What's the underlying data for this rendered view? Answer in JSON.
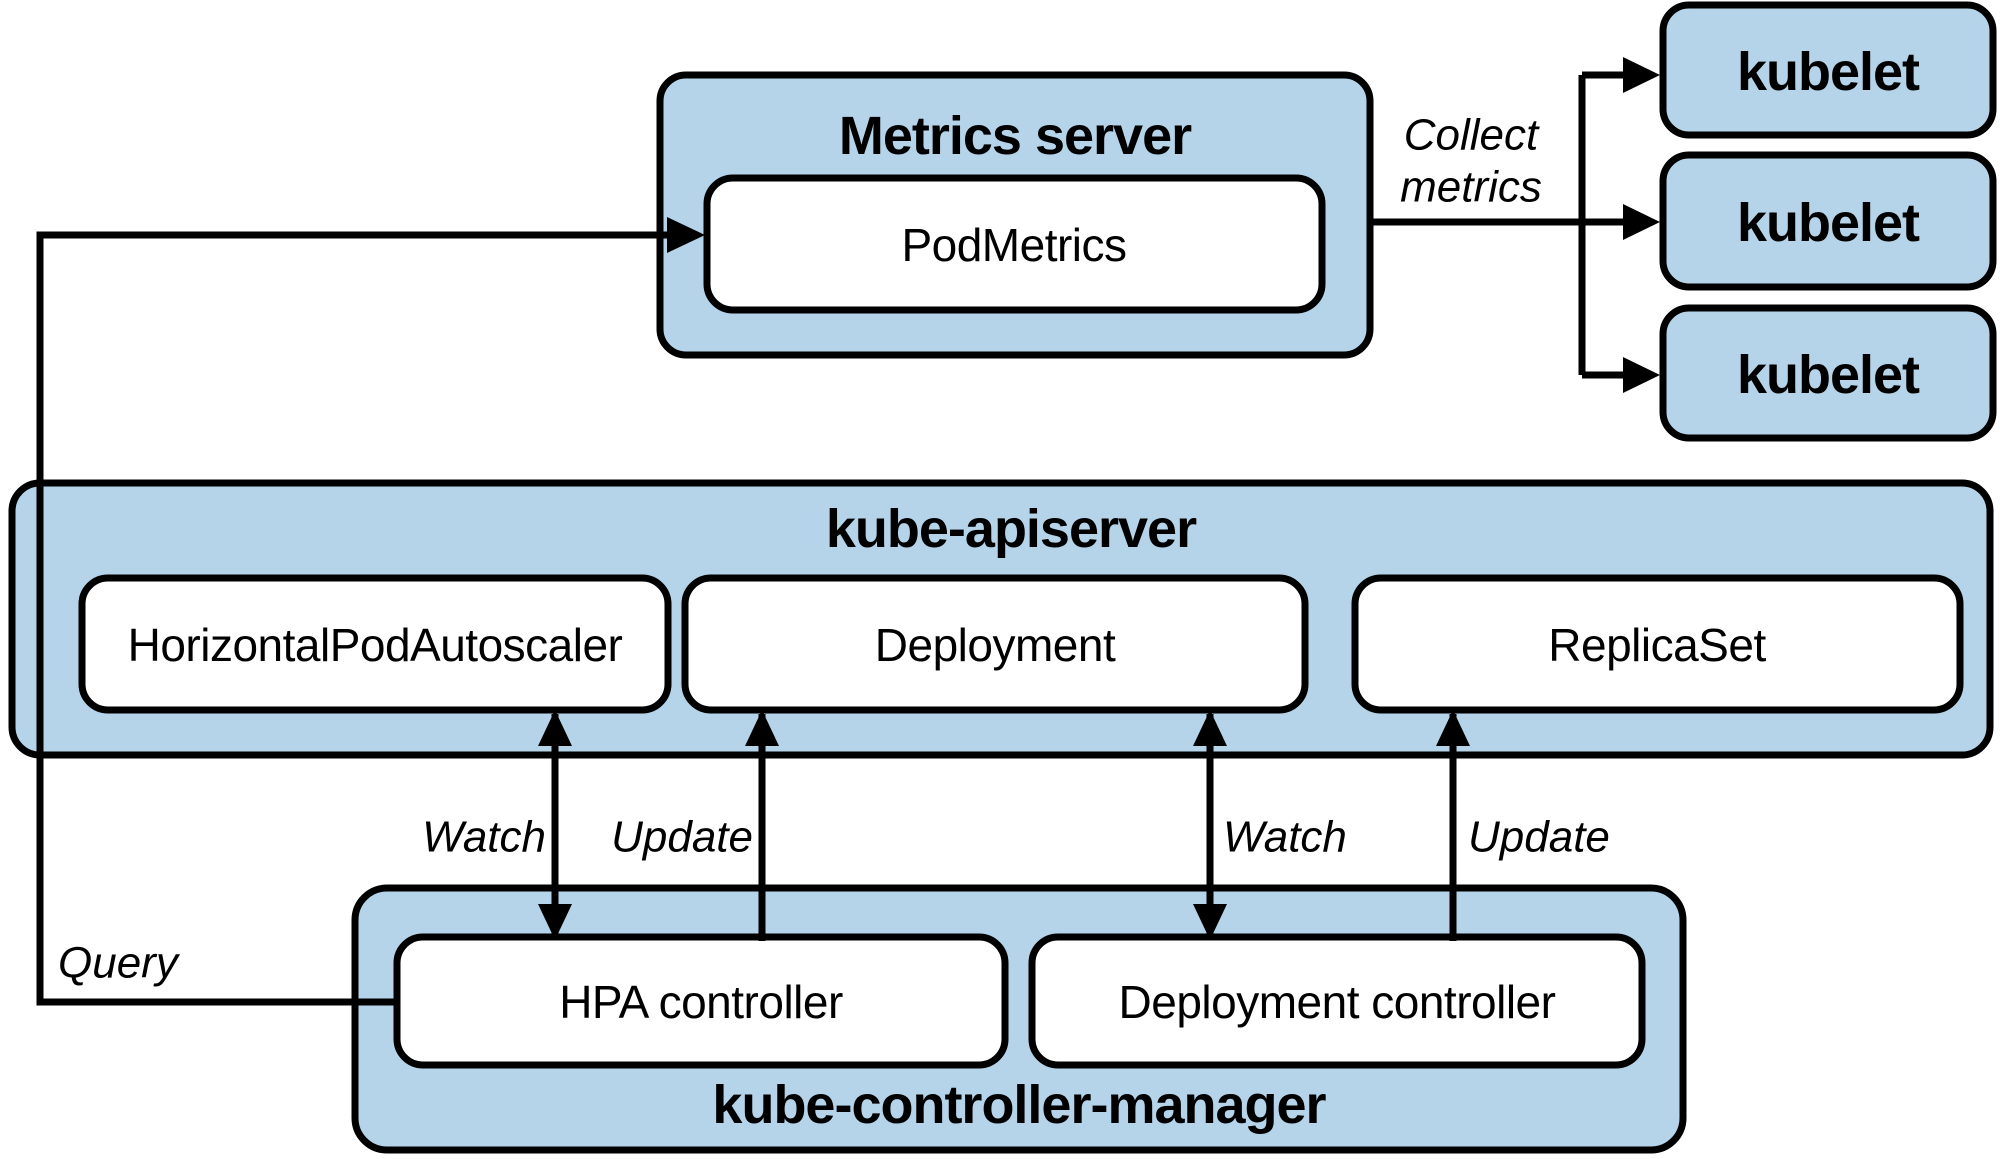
{
  "colors": {
    "node_fill": "#b5d4ea",
    "inner_fill": "#ffffff",
    "node_stroke": "#000000",
    "line": "#000000",
    "background": "#ffffff"
  },
  "nodes": {
    "metrics_server": "Metrics server",
    "pod_metrics": "PodMetrics",
    "kubelet_1": "kubelet",
    "kubelet_2": "kubelet",
    "kubelet_3": "kubelet",
    "kube_apiserver": "kube-apiserver",
    "horizontal_pod_autoscaler": "HorizontalPodAutoscaler",
    "deployment": "Deployment",
    "replica_set": "ReplicaSet",
    "kube_controller_manager": "kube-controller-manager",
    "hpa_controller": "HPA controller",
    "deployment_controller": "Deployment controller"
  },
  "edge_labels": {
    "collect_metrics": {
      "line1": "Collect",
      "line2": "metrics"
    },
    "watch_left": "Watch",
    "update_left": "Update",
    "watch_right": "Watch",
    "update_right": "Update",
    "query": "Query"
  },
  "edges": [
    {
      "from": "HPA controller",
      "to": "PodMetrics",
      "label": "Query",
      "arrows": "to"
    },
    {
      "from": "Metrics server",
      "to": "kubelet (x3 fan-out)",
      "label": "Collect metrics",
      "arrows": "to"
    },
    {
      "from": "HPA controller",
      "to": "HorizontalPodAutoscaler",
      "label": "Watch",
      "arrows": "both"
    },
    {
      "from": "HPA controller",
      "to": "Deployment",
      "label": "Update",
      "arrows": "to"
    },
    {
      "from": "Deployment controller",
      "to": "Deployment",
      "label": "Watch",
      "arrows": "both"
    },
    {
      "from": "Deployment controller",
      "to": "ReplicaSet",
      "label": "Update",
      "arrows": "to"
    }
  ]
}
